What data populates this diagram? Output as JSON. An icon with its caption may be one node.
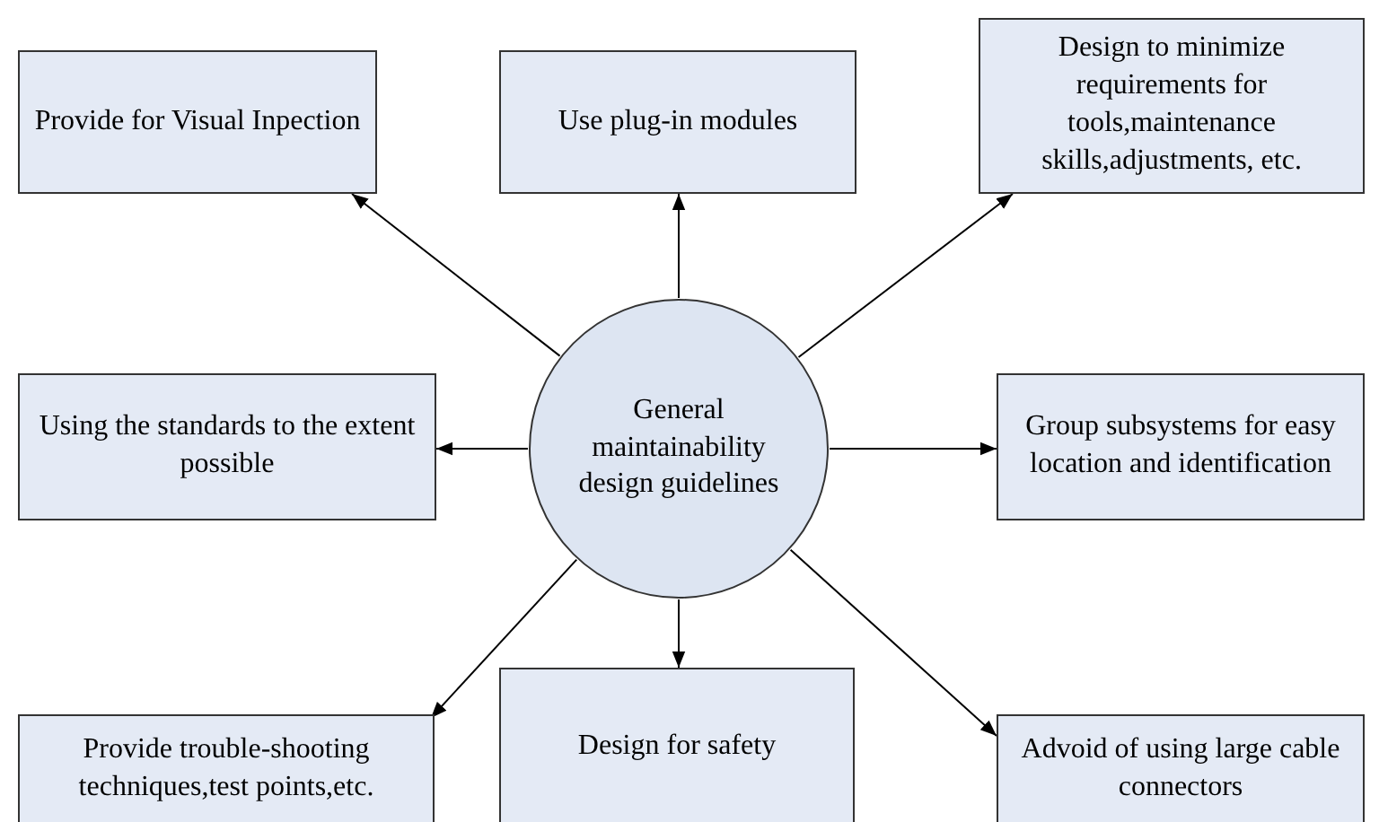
{
  "diagram": {
    "nodes": [
      {
        "text": [
          "Provide for Visual Inpection"
        ]
      },
      {
        "text": [
          "Use plug-in modules"
        ]
      },
      {
        "text": [
          "Design to minimize requirements for tools,maintenance skills,adjustments, etc."
        ]
      },
      {
        "text": [
          "Using the standards to the extent possible"
        ]
      },
      {
        "text": [
          "General maintainability design guidelines"
        ]
      },
      {
        "text": [
          "Group subsystems for easy location and identification"
        ]
      },
      {
        "text": [
          "Provide trouble-shooting techniques,test points,etc."
        ]
      },
      {
        "text": [
          "Design for safety"
        ]
      },
      {
        "text": [
          "Advoid of using large cable connectors"
        ]
      }
    ],
    "edges": [
      {
        "from": 4,
        "to": 0,
        "arrow": "to"
      },
      {
        "from": 4,
        "to": 1,
        "arrow": "to"
      },
      {
        "from": 4,
        "to": 2,
        "arrow": "to"
      },
      {
        "from": 4,
        "to": 3,
        "arrow": "to"
      },
      {
        "from": 4,
        "to": 5,
        "arrow": "to"
      },
      {
        "from": 4,
        "to": 6,
        "arrow": "to"
      },
      {
        "from": 4,
        "to": 7,
        "arrow": "to"
      },
      {
        "from": 4,
        "to": 8,
        "arrow": "to"
      }
    ]
  }
}
